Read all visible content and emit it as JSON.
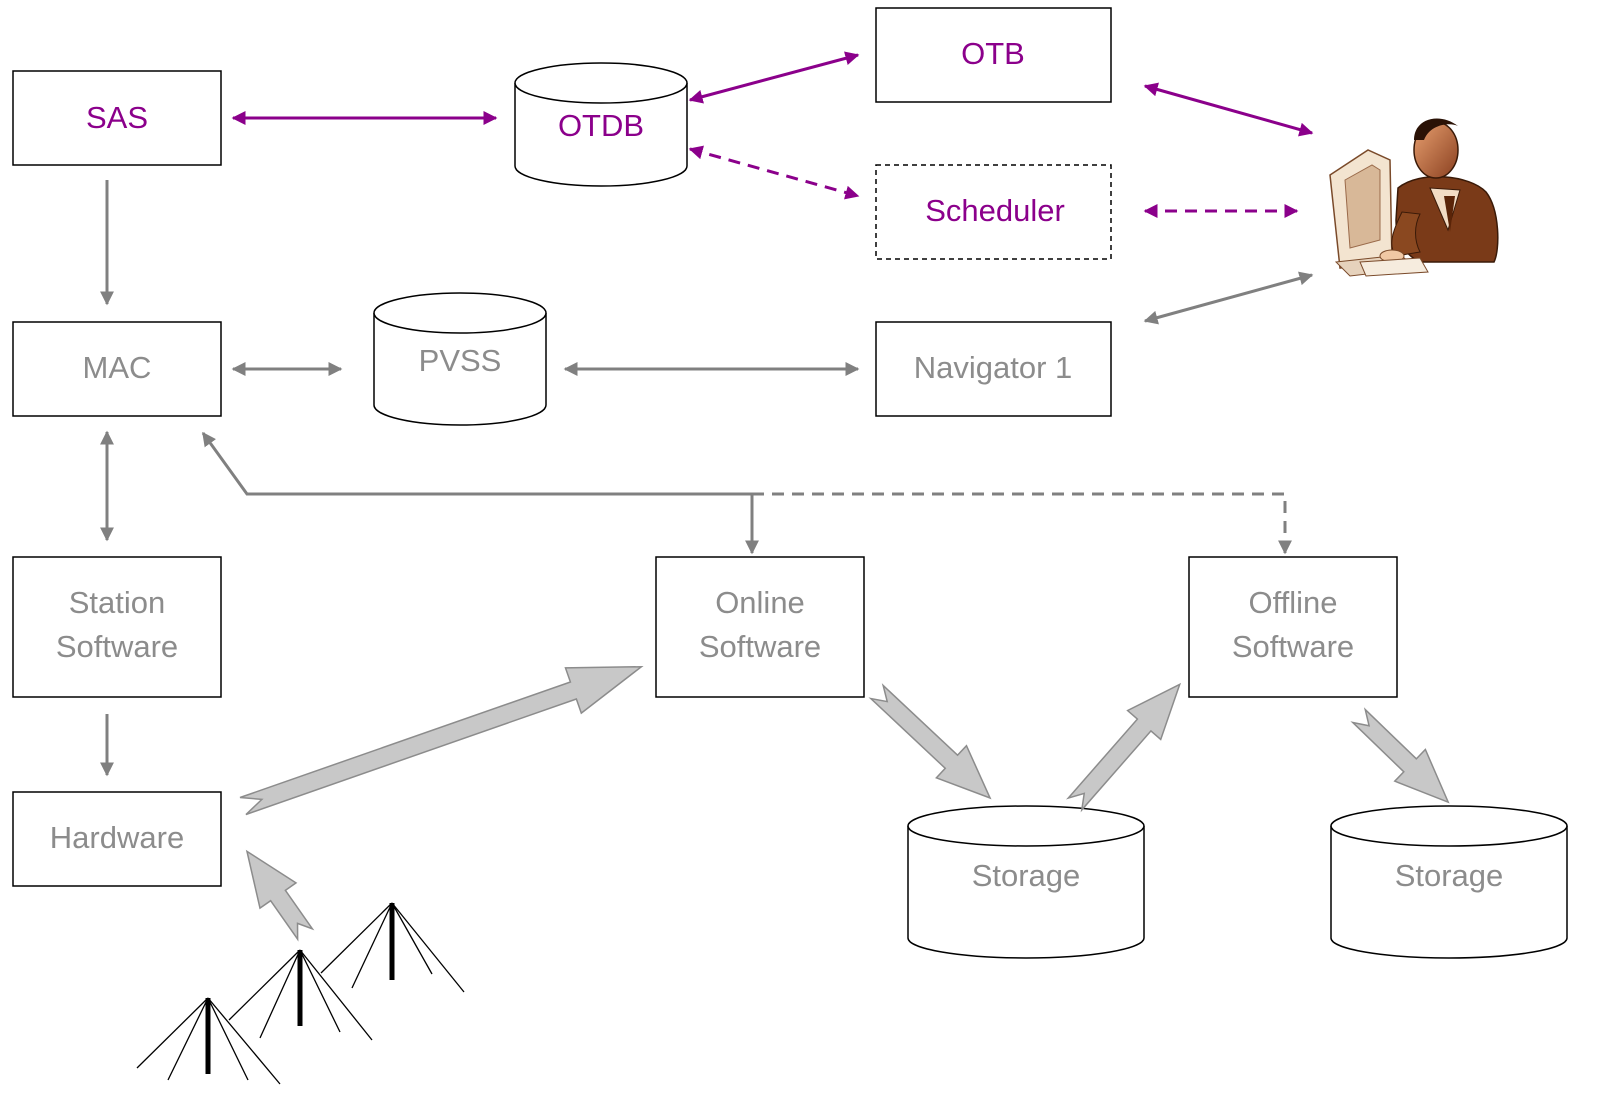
{
  "nodes": {
    "sas": "SAS",
    "otdb": "OTDB",
    "otb": "OTB",
    "scheduler": "Scheduler",
    "mac": "MAC",
    "pvss": "PVSS",
    "navigator": "Navigator 1",
    "station_software": [
      "Station",
      "Software"
    ],
    "online_software": [
      "Online",
      "Software"
    ],
    "offline_software": [
      "Offline",
      "Software"
    ],
    "hardware": "Hardware",
    "storage_1": "Storage",
    "storage_2": "Storage"
  },
  "colors": {
    "control_flow": "#8b008b",
    "monitor_flow": "#808080",
    "data_flow_fill": "#c8c8c8",
    "label_grey": "#8c8c8c"
  },
  "icons": {
    "operator": "operator-at-workstation-icon",
    "antennas": "antenna-icon"
  }
}
